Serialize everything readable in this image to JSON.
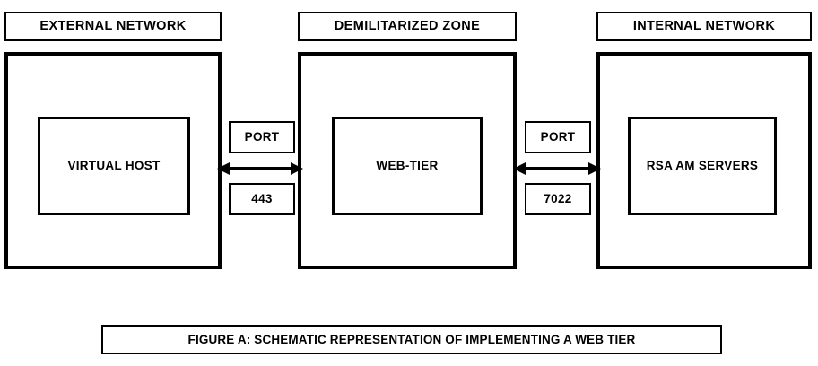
{
  "figure": {
    "caption": "FIGURE A: SCHEMATIC REPRESENTATION OF IMPLEMENTING A WEB TIER",
    "background_color": "#FFFFFF",
    "line_color": "#000000",
    "text_color": "#000000"
  },
  "zones": [
    {
      "id": "external",
      "header": "EXTERNAL NETWORK",
      "node": "VIRTUAL HOST"
    },
    {
      "id": "dmz",
      "header": "DEMILITARIZED ZONE",
      "node": "WEB-TIER"
    },
    {
      "id": "internal",
      "header": "INTERNAL NETWORK",
      "node": "RSA AM SERVERS"
    }
  ],
  "connectors": [
    {
      "id": "external-dmz",
      "from": "VIRTUAL HOST",
      "to": "WEB-TIER",
      "port_label": "PORT",
      "port_value": "443",
      "arrow": "double-headed-horizontal-arrow",
      "arrow_icon": "arrow-left-right-icon"
    },
    {
      "id": "dmz-internal",
      "from": "WEB-TIER",
      "to": "RSA AM SERVERS",
      "port_label": "PORT",
      "port_value": "7022",
      "arrow": "double-headed-horizontal-arrow",
      "arrow_icon": "arrow-left-right-icon"
    }
  ]
}
